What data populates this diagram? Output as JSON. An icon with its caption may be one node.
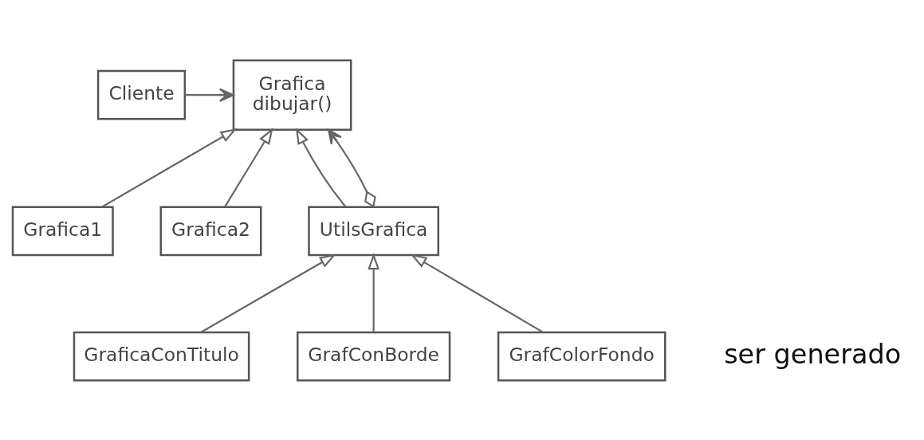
{
  "diagram": {
    "nodes": [
      {
        "text": [
          "Cliente"
        ]
      },
      {
        "text": [
          "Grafica",
          "dibujar()"
        ]
      },
      {
        "text": [
          "Grafica1"
        ]
      },
      {
        "text": [
          "Grafica2"
        ]
      },
      {
        "text": [
          "UtilsGrafica"
        ]
      },
      {
        "text": [
          "GraficaConTitulo"
        ]
      },
      {
        "text": [
          "GrafConBorde"
        ]
      },
      {
        "text": [
          "GrafColorFondo"
        ]
      }
    ],
    "edges": [
      {
        "from": 0,
        "to": 1,
        "arrow": "to"
      },
      {
        "from": 2,
        "to": 1,
        "arrow": "to"
      },
      {
        "from": 3,
        "to": 1,
        "arrow": "to"
      },
      {
        "from": 4,
        "to": 1,
        "arrow": "to"
      },
      {
        "from": 4,
        "to": 1,
        "arrow": "to"
      },
      {
        "from": 5,
        "to": 4,
        "arrow": "to"
      },
      {
        "from": 6,
        "to": 4,
        "arrow": "to"
      },
      {
        "from": 7,
        "to": 4,
        "arrow": "to"
      }
    ],
    "labels": [
      "ser generado"
    ]
  }
}
